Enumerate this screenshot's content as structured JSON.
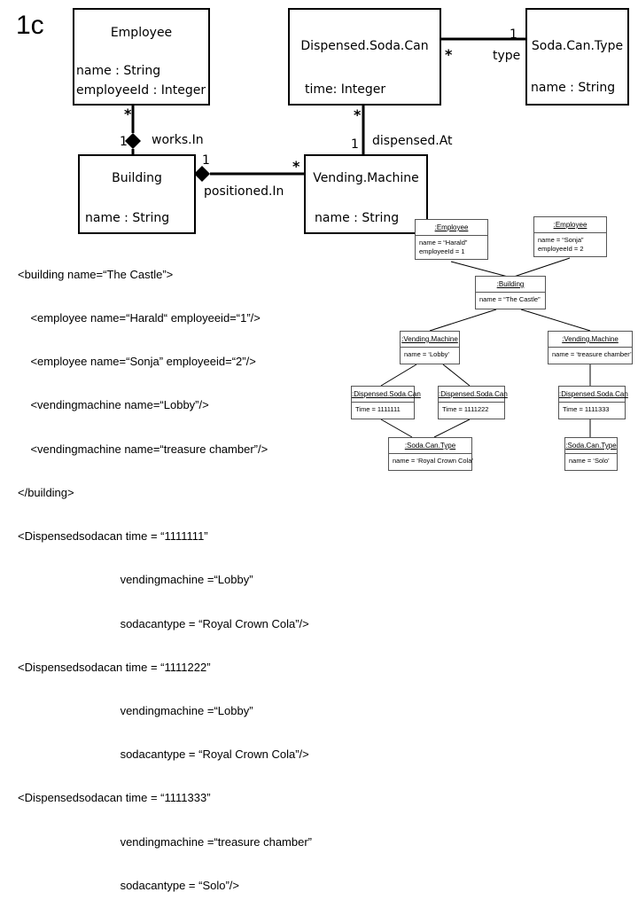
{
  "label": "1c",
  "classes": {
    "employee": {
      "name": "Employee",
      "attrs": [
        "name : String",
        "employeeId : Integer"
      ]
    },
    "dispensed": {
      "name": "Dispensed.Soda.Can",
      "attrs": [
        "time: Integer"
      ]
    },
    "sodatype": {
      "name": "Soda.Can.Type",
      "attrs": [
        "name : String"
      ]
    },
    "building": {
      "name": "Building",
      "attrs": [
        "name : String"
      ]
    },
    "vending": {
      "name": "Vending.Machine",
      "attrs": [
        "name : String"
      ]
    }
  },
  "associations": {
    "worksIn": "works.In",
    "positionedIn": "positioned.In",
    "dispensedAt": "dispensed.At",
    "type": "type"
  },
  "multiplicities": {
    "emp_star": "*",
    "building_one": "1",
    "disp_star_bottom": "*",
    "disp_star_right": "*",
    "vend_one": "1",
    "type_one": "1",
    "pos_one": "1",
    "vend_star": "*"
  },
  "xml_lines": [
    "<building name=“The Castle”>",
    "    <employee name=“Harald“ employeeid=“1”/>",
    "    <employee name=“Sonja” employeeid=“2”/>",
    "    <vendingmachine name=“Lobby”/>",
    "    <vendingmachine name=“treasure chamber”/>",
    "</building>",
    "<Dispensedsodacan time = “1111111”",
    "                                vendingmachine =“Lobby”",
    "                                sodacantype = “Royal Crown Cola”/>",
    "<Dispensedsodacan time = “1111222”",
    "                                vendingmachine =“Lobby”",
    "                                sodacantype = “Royal Crown Cola”/>",
    "<Dispensedsodacan time = “1111333”",
    "                                vendingmachine =“treasure chamber”",
    "                                sodacantype = “Solo”/>"
  ],
  "objects": {
    "emp1": {
      "title": ":Employee",
      "lines": [
        "name = “Harald”",
        "employeeId = 1"
      ]
    },
    "emp2": {
      "title": ":Employee",
      "lines": [
        "name = “Sonja”",
        "employeeId = 2"
      ]
    },
    "bld": {
      "title": ":Building",
      "lines": [
        "name = “The Castle”"
      ]
    },
    "vm1": {
      "title": ":Vending.Machine",
      "lines": [
        "name = ‘Lobby’"
      ]
    },
    "vm2": {
      "title": ":Vending.Machine",
      "lines": [
        "name = ‘treasure chamber’"
      ]
    },
    "dsc1": {
      "title": ":Dispensed.Soda.Can",
      "lines": [
        "Time = 1111111"
      ]
    },
    "dsc2": {
      "title": ":Dispensed.Soda.Can",
      "lines": [
        "Time = 1111222"
      ]
    },
    "dsc3": {
      "title": ":Dispensed.Soda.Can",
      "lines": [
        "Time = 1111333"
      ]
    },
    "sct1": {
      "title": ":Soda.Can.Type",
      "lines": [
        "name = ‘Royal Crown Cola’"
      ]
    },
    "sct2": {
      "title": ":Soda.Can.Type",
      "lines": [
        "name = ‘Solo’"
      ]
    }
  }
}
